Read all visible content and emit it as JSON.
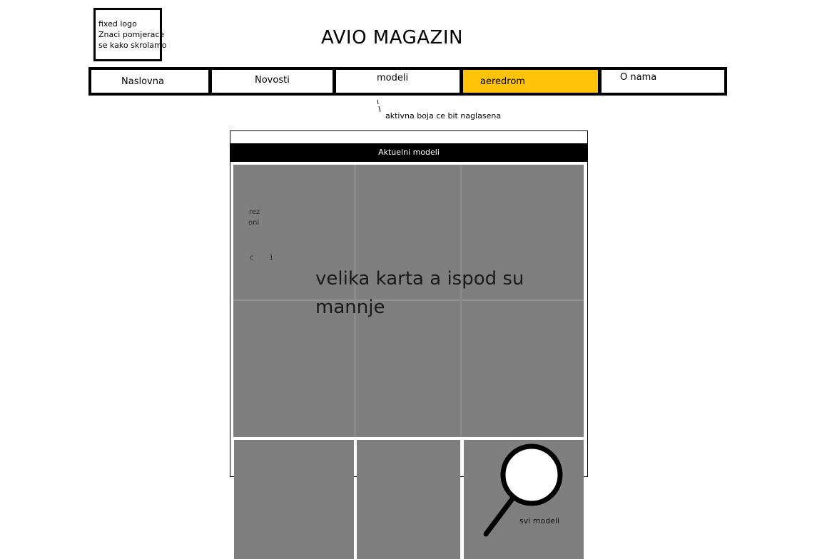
{
  "logo": {
    "lines": [
      "fixed logo",
      "Znaci pomjerace",
      "se kako skrolamo"
    ]
  },
  "header": {
    "title": "AVIO MAGAZIN"
  },
  "nav": {
    "items": [
      {
        "label": "Naslovna",
        "active": false
      },
      {
        "label": "Novosti",
        "active": false
      },
      {
        "label": "modeli",
        "active": false
      },
      {
        "label": "aeredrom",
        "active": true
      },
      {
        "label": "O nama",
        "active": false
      }
    ],
    "active_color": "#ffc30a"
  },
  "annotation": {
    "active_note": "aktivna boja ce bit naglasena"
  },
  "main": {
    "section_title": "Aktuelni modeli",
    "big_card_note": "velika karta a ispod su mannje",
    "fragments": [
      "rez",
      "oni",
      "c",
      "1"
    ],
    "all_models_label": "svi modeli",
    "card_color": "#7f7f7f"
  },
  "icons": {
    "search": "magnifier-icon"
  }
}
